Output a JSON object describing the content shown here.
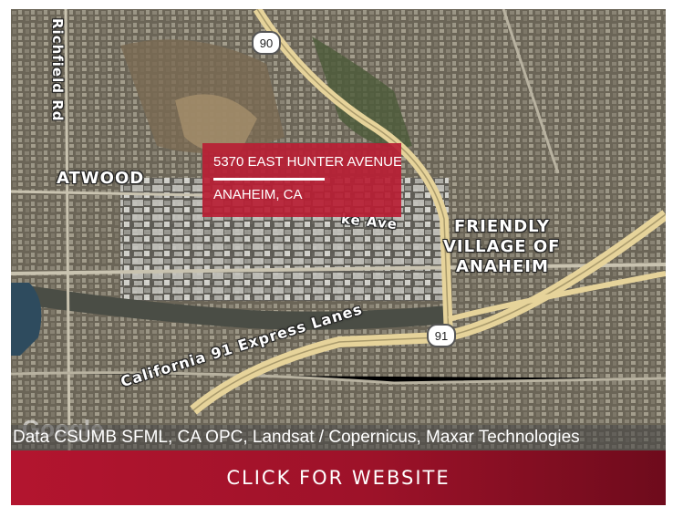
{
  "map": {
    "place_labels": {
      "richfield": "Richfield Rd",
      "atwood": "ATWOOD",
      "friendly_1": "FRIENDLY",
      "friendly_2": "VILLAGE OF",
      "friendly_3": "ANAHEIM",
      "express": "California 91 Express Lanes",
      "street_partial": "ke Ave"
    },
    "route_shields": {
      "r90": "90",
      "r91": "91"
    },
    "attribution": "Data CSUMB SFML, CA OPC, Landsat / Copernicus, Maxar Technologies",
    "google_logo": "Google"
  },
  "info_box": {
    "address_line1": "5370 EAST HUNTER AVENUE",
    "address_line2": "ANAHEIM, CA"
  },
  "cta": {
    "label": "CLICK FOR WEBSITE"
  },
  "colors": {
    "info_box": "#b91e34",
    "cta_start": "#b3152f",
    "cta_end": "#6e0b1c",
    "highway": "#e6d39a"
  }
}
